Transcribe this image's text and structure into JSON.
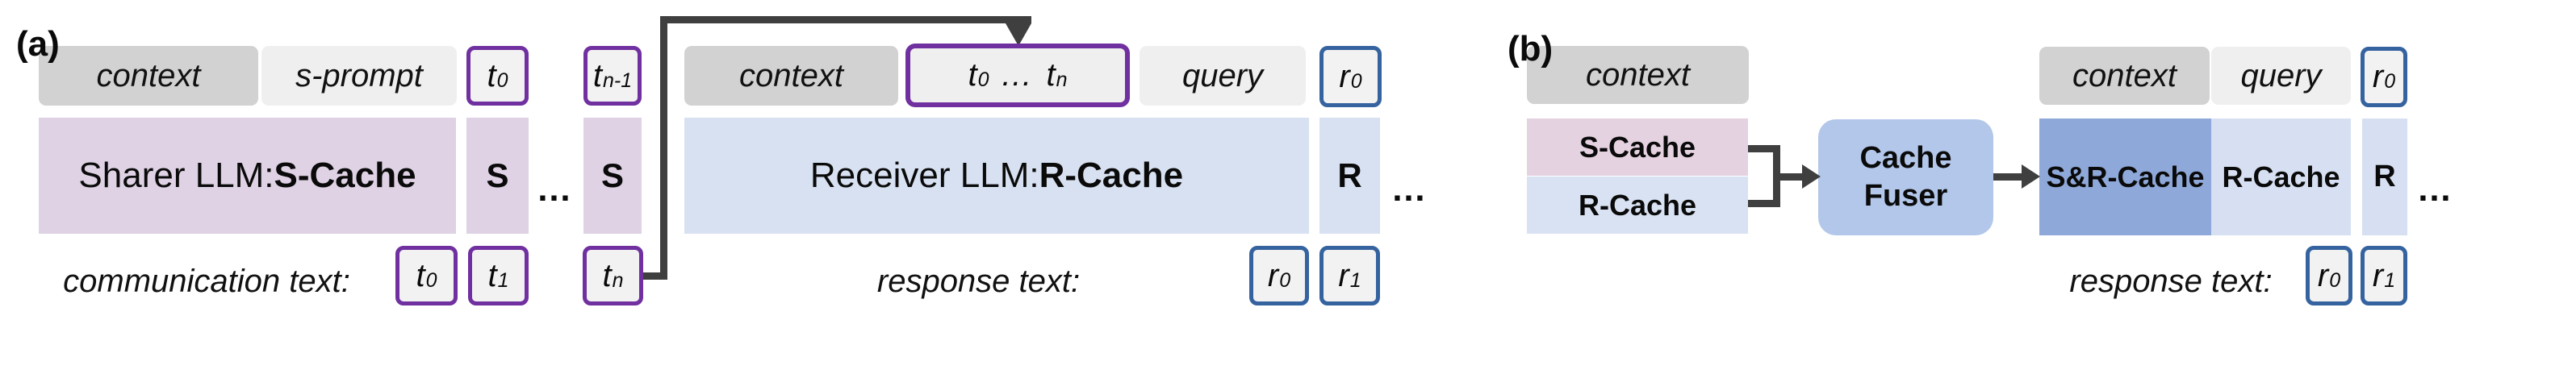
{
  "panel_a": {
    "label": "(a)",
    "input_row": {
      "context": "context",
      "s_prompt": "s-prompt"
    },
    "sharer_llm": {
      "prefix": "Sharer LLM: ",
      "cache": "S-Cache"
    },
    "s_token": "S",
    "ellipsis": "…",
    "comm_label": "communication text:",
    "receiver_input": {
      "context": "context",
      "query": "query"
    },
    "receiver_llm": {
      "prefix": "Receiver LLM: ",
      "cache": "R-Cache"
    },
    "r_token": "R",
    "resp_label": "response text:",
    "tokens": {
      "t0": {
        "base": "t",
        "sub": "0"
      },
      "t1": {
        "base": "t",
        "sub": "1"
      },
      "tn": {
        "base": "t",
        "sub": "n"
      },
      "tn1": {
        "base": "t",
        "sub": "n-1"
      },
      "r0": {
        "base": "r",
        "sub": "0"
      },
      "r1": {
        "base": "r",
        "sub": "1"
      },
      "range": {
        "b1": "t",
        "s1": "0",
        "dots": "…",
        "b2": "t",
        "s2": "n"
      }
    }
  },
  "panel_b": {
    "label": "(b)",
    "context": "context",
    "query": "query",
    "s_cache": "S-Cache",
    "r_cache": "R-Cache",
    "fuser": {
      "line1": "Cache",
      "line2": "Fuser"
    },
    "snr_cache": "S&R-Cache",
    "r_cache_right": "R-Cache",
    "r_token": "R",
    "ellipsis": "…",
    "resp_label": "response text:",
    "tokens": {
      "r0": {
        "base": "r",
        "sub": "0"
      },
      "r1": {
        "base": "r",
        "sub": "1"
      }
    }
  },
  "colors": {
    "context_gray": "#d2d2d2",
    "prompt_gray": "#efefef",
    "sharer_lavender": "#ded2e4",
    "receiver_blue": "#d8e1f1",
    "b_scache_pink": "#e4d2e0",
    "b_rcache_blue": "#d9e2f2",
    "fuser_blue": "#b3c7ea",
    "snr_blue": "#8ea9d9",
    "token_fill": "#f2f2f2",
    "purple_border": "#7030a0",
    "blue_border": "#35639f",
    "arrow_dark": "#3f3f3f"
  }
}
